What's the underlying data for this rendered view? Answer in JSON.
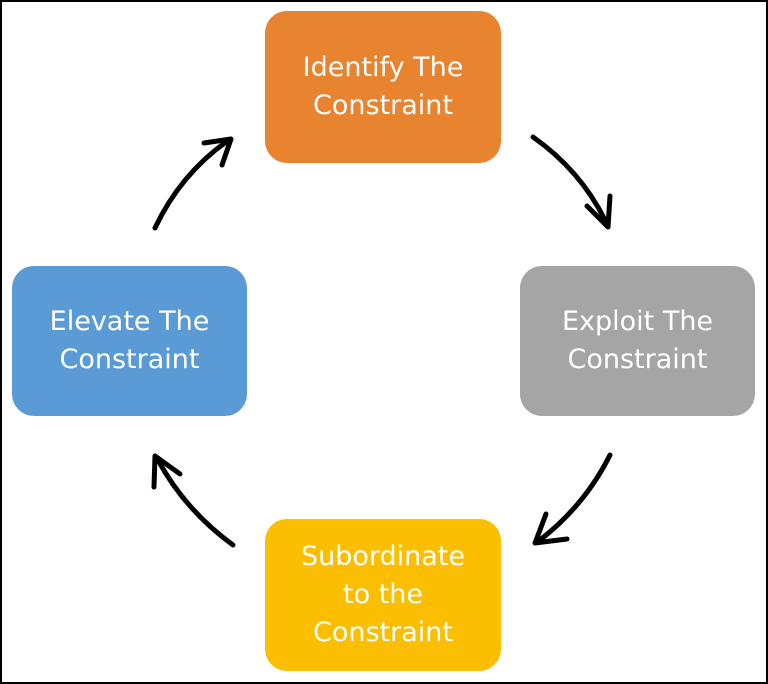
{
  "nodes": {
    "identify": {
      "label": "Identify The\nConstraint",
      "color": "#E8832F"
    },
    "exploit": {
      "label": "Exploit The\nConstraint",
      "color": "#A5A5A5"
    },
    "subordinate": {
      "label": "Subordinate\nto the\nConstraint",
      "color": "#FBBE00"
    },
    "elevate": {
      "label": "Elevate The\nConstraint",
      "color": "#5B9BD5"
    }
  },
  "arrow_color": "#000000"
}
